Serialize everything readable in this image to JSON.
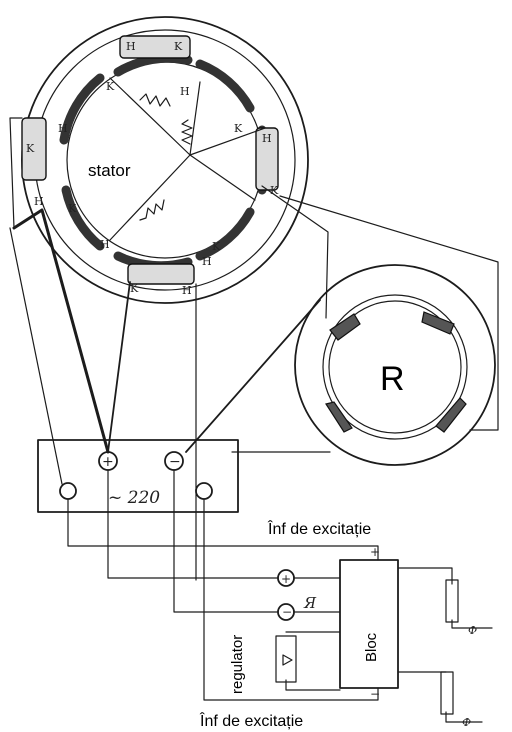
{
  "labels": {
    "stator": "stator",
    "rotor": "R",
    "bloc": "Bloc",
    "regulator": "regulator",
    "inf_top": "Înf de excitație",
    "inf_bottom": "Înf de excitație",
    "voltage": "~ 220",
    "plus": "+",
    "minus": "−",
    "ya": "Я",
    "bloc_plus": "+",
    "bloc_minus": "−",
    "phi": "Ф"
  },
  "winding_marks": {
    "H": "H",
    "K": "K"
  },
  "colors": {
    "ink": "#1c1c1c",
    "coil_fill": "#555555",
    "paper": "#ffffff"
  }
}
